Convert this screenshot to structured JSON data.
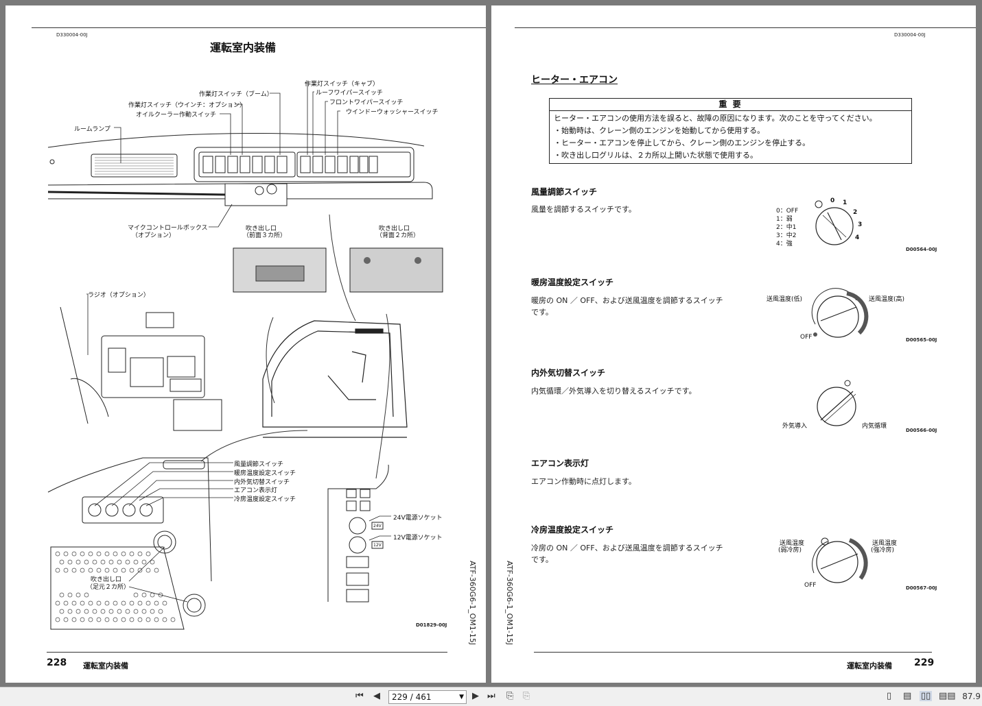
{
  "left_page": {
    "doc_code": "D330004-00J",
    "title": "運転室内装備",
    "labels": {
      "work_light_cab": "作業灯スイッチ（キャブ）",
      "roof_wiper": "ルーフワイパースイッチ",
      "work_light_boom": "作業灯スイッチ（ブーム）",
      "front_wiper": "フロントワイパースイッチ",
      "work_light_winch": "作業灯スイッチ（ウインチ：オプション）",
      "window_washer": "ウインドーウォッシャースイッチ",
      "oil_cooler": "オイルクーラー作動スイッチ",
      "room_lamp": "ルームランプ",
      "micro_box_1": "マイクコントロールボックス",
      "micro_box_2": "（オプション）",
      "vent_front_1": "吹き出し口",
      "vent_front_2": "（前面３カ所）",
      "vent_back_1": "吹き出し口",
      "vent_back_2": "（背面２カ所）",
      "radio": "ラジオ（オプション）",
      "fan_switch": "風量調節スイッチ",
      "heat_switch": "暖房温度設定スイッチ",
      "air_switch": "内外気切替スイッチ",
      "ac_lamp": "エアコン表示灯",
      "cool_switch": "冷房温度設定スイッチ",
      "socket_24": "24V電源ソケット",
      "socket_12": "12V電源ソケット",
      "v24": "24V",
      "v12": "12V",
      "vent_foot_1": "吹き出し口",
      "vent_foot_2": "（足元２カ所）"
    },
    "fig_code": "D01829-00J",
    "side_code": "ATF-360G6-1_OM1-15J",
    "page_number": "228",
    "footer_title": "運転室内装備"
  },
  "right_page": {
    "doc_code": "D330004-00J",
    "section_title": "ヒーター・エアコン",
    "important": {
      "heading": "重 要",
      "lines": [
        "ヒーター・エアコンの使用方法を誤ると、故障の原因になります。次のことを守ってください。",
        "・始動時は、クレーン側のエンジンを始動してから使用する。",
        "・ヒーター・エアコンを停止してから、クレーン側のエンジンを停止する。",
        "・吹き出し口グリルは、２カ所以上開いた状態で使用する。"
      ]
    },
    "sections": [
      {
        "heading": "風量調節スイッチ",
        "text": "風量を調節するスイッチです。",
        "legend": [
          "0：OFF",
          "1：弱",
          "2：中1",
          "3：中2",
          "4：強"
        ],
        "fig": "D00564-00J"
      },
      {
        "heading": "暖房温度設定スイッチ",
        "text": "暖房の ON ／ OFF、および送風温度を調節するスイッチです。",
        "low": "送風温度(低)",
        "high": "送風温度(高)",
        "off": "OFF",
        "fig": "D00565-00J"
      },
      {
        "heading": "内外気切替スイッチ",
        "text": "内気循環／外気導入を切り替えるスイッチです。",
        "outside": "外気導入",
        "inside": "内気循環",
        "fig": "D00566-00J"
      },
      {
        "heading": "エアコン表示灯",
        "text": "エアコン作動時に点灯します。"
      },
      {
        "heading": "冷房温度設定スイッチ",
        "text": "冷房の ON ／ OFF、および送風温度を調節するスイッチです。",
        "weak_1": "送風温度",
        "weak_2": "(弱冷房)",
        "strong_1": "送風温度",
        "strong_2": "(強冷房)",
        "off": "OFF",
        "fig": "D00567-00J"
      }
    ],
    "fan_marks": [
      "0",
      "1",
      "2",
      "3",
      "4"
    ],
    "side_code": "ATF-360G6-1_OM1-15J",
    "page_number": "229",
    "footer_title": "運転室内装備"
  },
  "toolbar": {
    "page_indicator": "229 / 461",
    "zoom": "87.9"
  }
}
